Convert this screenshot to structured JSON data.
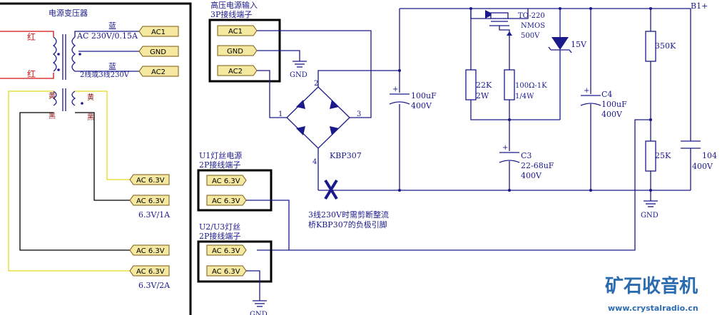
{
  "transformer": {
    "title": "电源变压器",
    "primary_rating": "AC 230V/0.15A",
    "wire_red": "红",
    "wire_blue": "蓝",
    "wire_yellow": "黄",
    "wire_black": "黑",
    "wiring_note": "2线或3线230V",
    "sec1_rating": "6.3V/1A",
    "sec2_rating": "6.3V/2A"
  },
  "labels": {
    "ac1": "AC1",
    "gnd": "GND",
    "ac2": "AC2",
    "ac63": "AC 6.3V"
  },
  "hv_input": {
    "title": "高压电源输入",
    "subtitle": "3P接线端子"
  },
  "u1": {
    "title": "U1灯丝电源",
    "subtitle": "2P接线端子"
  },
  "u2": {
    "title": "U2/U3灯丝",
    "subtitle": "2P接线端子"
  },
  "ground_label": "GND",
  "bridge": {
    "name": "KBP307",
    "pin1": "1",
    "pin2": "2",
    "pin3": "3",
    "pin4": "4",
    "note_line1": "3线230V时需剪断整流",
    "note_line2": "桥KBP307的负极引脚"
  },
  "components": {
    "c_input_value": "100uF",
    "c_input_voltage": "400V",
    "r_22k": "22K",
    "r_22k_power": "2W",
    "r_gate": "100Ω-1K",
    "r_gate_power": "1/4W",
    "mosfet_pkg": "TO-220",
    "mosfet_type": "NMOS",
    "mosfet_voltage": "500V",
    "zener": "15V",
    "c3_name": "C3",
    "c3_value": "22-68uF",
    "c3_voltage": "400V",
    "c4_name": "C4",
    "c4_value": "100uF",
    "c4_voltage": "400V",
    "r_350k": "350K",
    "r_25k": "25K",
    "c_104": "104",
    "c_104_voltage": "400V",
    "b1": "B1+"
  },
  "watermark": {
    "brand": "矿石收音机",
    "url": "www.crystalradio.cn"
  },
  "colors": {
    "wire": "#1a1a8c",
    "red_wire": "#d01010",
    "yellow_wire": "#e8d820",
    "label_fill": "#f5e8a0",
    "watermark": "#2b6cb0"
  }
}
